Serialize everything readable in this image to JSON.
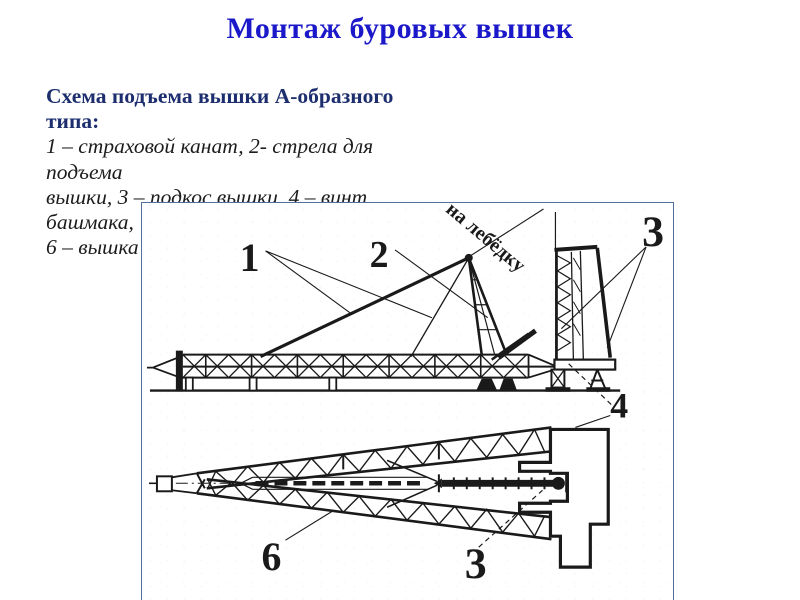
{
  "slide": {
    "title": "Монтаж буровых вышек"
  },
  "caption": {
    "heading_lines": [
      "Схема подъема вышки А-образного",
      "типа:"
    ],
    "body_lines": [
      "1 – страховой канат, 2- стрела для",
      "подъема",
      "вышки, 3 – подкос вышки, 4 – винт",
      "башмака,",
      "6 – вышка"
    ]
  },
  "figure": {
    "winch_note": "на лебёдку",
    "labels": {
      "safety_rope": "1",
      "boom": "2",
      "brace_top": "3",
      "shoe_screw": "4",
      "derrick": "6",
      "brace_bottom": "3"
    }
  },
  "colors": {
    "title": "#1b18c9",
    "heading": "#1c2e6e",
    "body": "#1c1c1c",
    "frame_border": "#527099",
    "ink": "#1a1a1a",
    "background": "#ffffff"
  }
}
